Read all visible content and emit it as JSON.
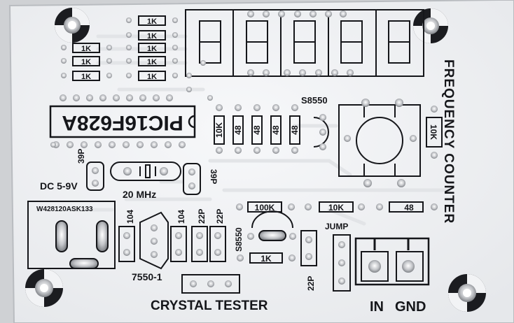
{
  "board": {
    "title": "FREQUENCY COUNTER",
    "footer": "CRYSTAL TESTER",
    "mcu": "PIC16F628A",
    "transistor": "S8550",
    "crystal": "20 MHz",
    "power": "DC 5-9V",
    "jack_code": "W428120ASK133",
    "regulator": "7550-1",
    "jump": "JUMP",
    "terminal_in": "IN",
    "terminal_gnd": "GND",
    "labels": {
      "r1k": "1K",
      "r10k": "10K",
      "r48": "48",
      "r100k": "100K",
      "c39p": "39P",
      "c104": "104",
      "c22p": "22P"
    }
  },
  "colors": {
    "board": "#f2f3f5",
    "silkscreen": "#15161a",
    "pad": "#c9cbcf",
    "background": "#d9dadc"
  }
}
